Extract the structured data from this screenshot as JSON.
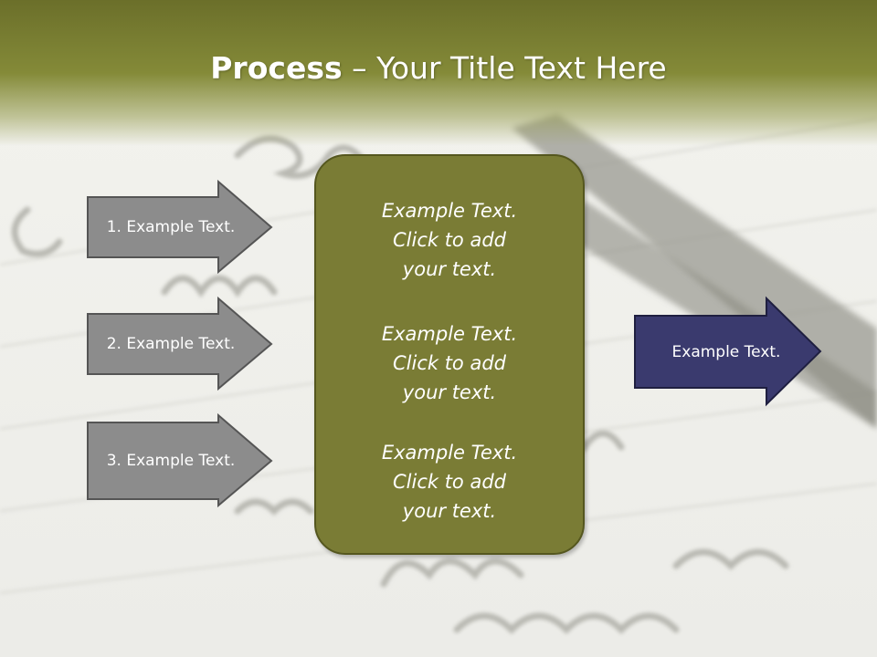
{
  "title": {
    "bold": "Process",
    "rest": " – Your Title Text Here"
  },
  "left_steps": [
    "1. Example Text.",
    "2. Example Text.",
    "3. Example Text."
  ],
  "center_blocks": [
    [
      "Example Text.",
      "Click  to add",
      "your text."
    ],
    [
      "Example Text.",
      "Click  to add",
      "your text."
    ],
    [
      "Example Text.",
      "Click  to add",
      "your text."
    ]
  ],
  "right_arrow": "Example Text.",
  "colors": {
    "title_band": "#848a38",
    "left_arrow_fill": "#8c8c8c",
    "center_box_fill": "#7a7c35",
    "right_arrow_fill": "#3a3a6e"
  }
}
